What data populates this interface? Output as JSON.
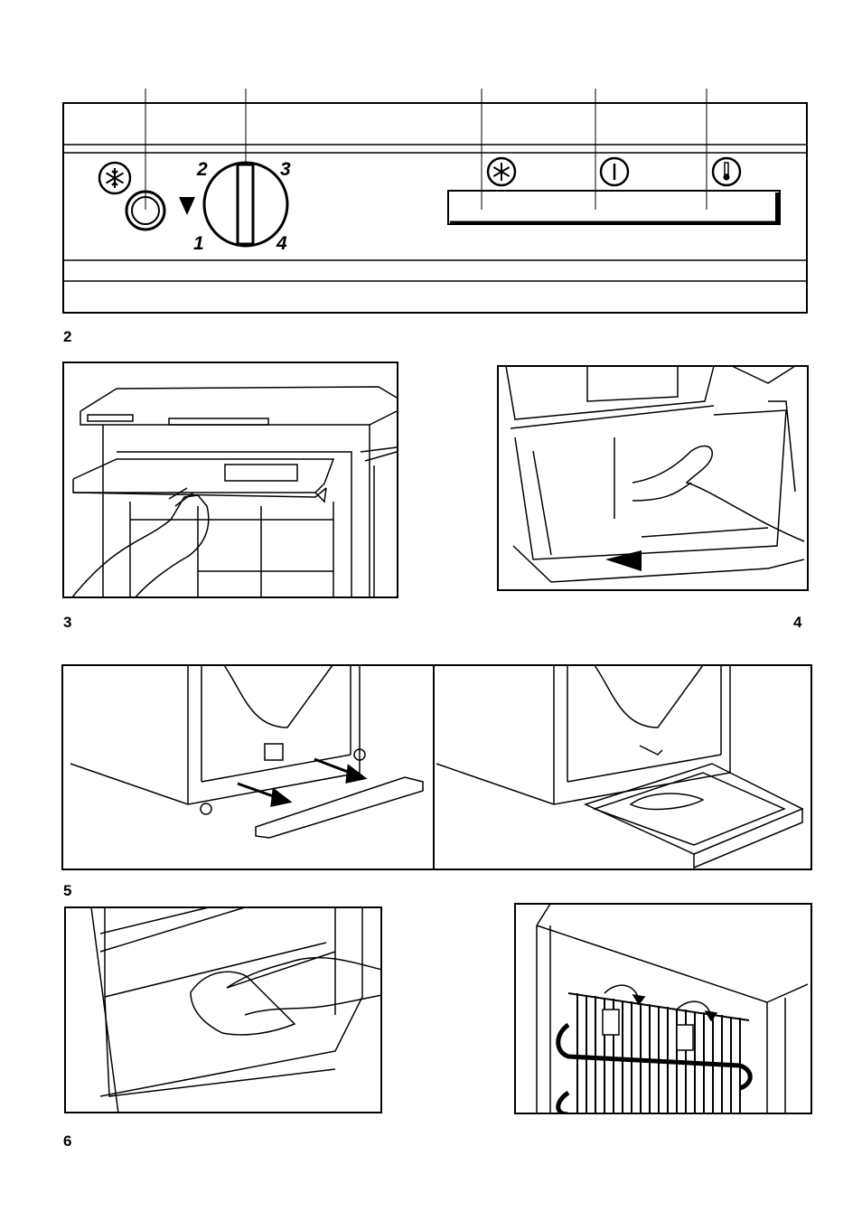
{
  "figures": {
    "panel": {
      "label": "2",
      "dial": {
        "n1": "1",
        "n2": "2",
        "n3": "3",
        "n4": "4"
      }
    },
    "drawer": {
      "label": "3"
    },
    "bin": {
      "label": "4"
    },
    "drain": {
      "label": "5"
    },
    "cleaning": {
      "label": "6"
    }
  },
  "icons": [
    "snowflake-icon",
    "power-icon",
    "thermometer-icon",
    "triangle-marker-icon",
    "arrow-icon"
  ]
}
